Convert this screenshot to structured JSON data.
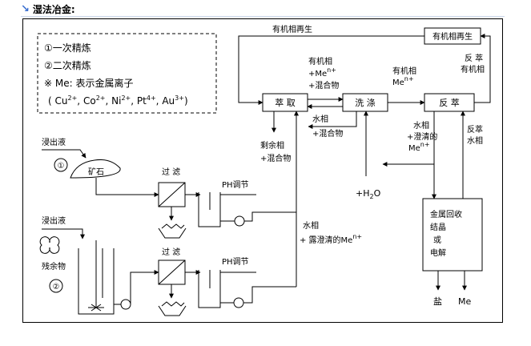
{
  "header": {
    "title": "湿法冶金:"
  },
  "legend": {
    "item1": "①一次精炼",
    "item2": "②二次精炼",
    "item3_prefix": "※ Me: 表示金属离子",
    "ions_open": "(",
    "ions": [
      {
        "base": "Cu",
        "sup": "2+"
      },
      {
        "base": "Co",
        "sup": "2+"
      },
      {
        "base": "Ni",
        "sup": "2+"
      },
      {
        "base": "Pt",
        "sup": "4+"
      },
      {
        "base": "Au",
        "sup": "3+"
      }
    ],
    "ions_sep": ",",
    "ions_close": ")"
  },
  "boxes": {
    "extract": "萃 取",
    "wash": "洗 涤",
    "strip": "反 萃",
    "regen": "有机相再生",
    "recover_l1": "金属回收",
    "recover_l2": "结晶",
    "recover_l3": "或",
    "recover_l4": "电解"
  },
  "labels": {
    "regen_line": "有机相再生",
    "org_mix_l1": "有机相",
    "org_mix_l2_pre": "+Me",
    "org_mix_l2_sup": "n+",
    "org_mix_l3": "+混合物",
    "org_me_l1": "有机相",
    "org_me_l2_pre": "Me",
    "org_me_l2_sup": "n+",
    "strip_org_l1": "反 萃",
    "strip_org_l2": "有机相",
    "aq_mix_l1": "水相",
    "aq_mix_l2": "+混合物",
    "raff_l1": "剩余相",
    "raff_l2": "+混合物",
    "aq_clear_l1": "水相",
    "aq_clear_l2": "+澄清的",
    "aq_clear_l3_pre": "Me",
    "aq_clear_l3_sup": "n+",
    "strip_aq_l1": "反萃",
    "strip_aq_l2": "水相",
    "h2o_pre": "+H",
    "h2o_sub": "2",
    "h2o_post": "O",
    "leach1": "浸出液",
    "circle1": "①",
    "ore": "矿石",
    "filter1": "过 滤",
    "ph1": "PH调节",
    "aq2_l1": "水相",
    "aq2_l2_pre": "+ 露澄清的Me",
    "aq2_l2_sup": "n+",
    "leach2": "浸出液",
    "residue": "残余物",
    "circle2": "②",
    "filter2": "过 滤",
    "ph2": "PH调节",
    "salt": "盐",
    "me_out": "Me"
  }
}
